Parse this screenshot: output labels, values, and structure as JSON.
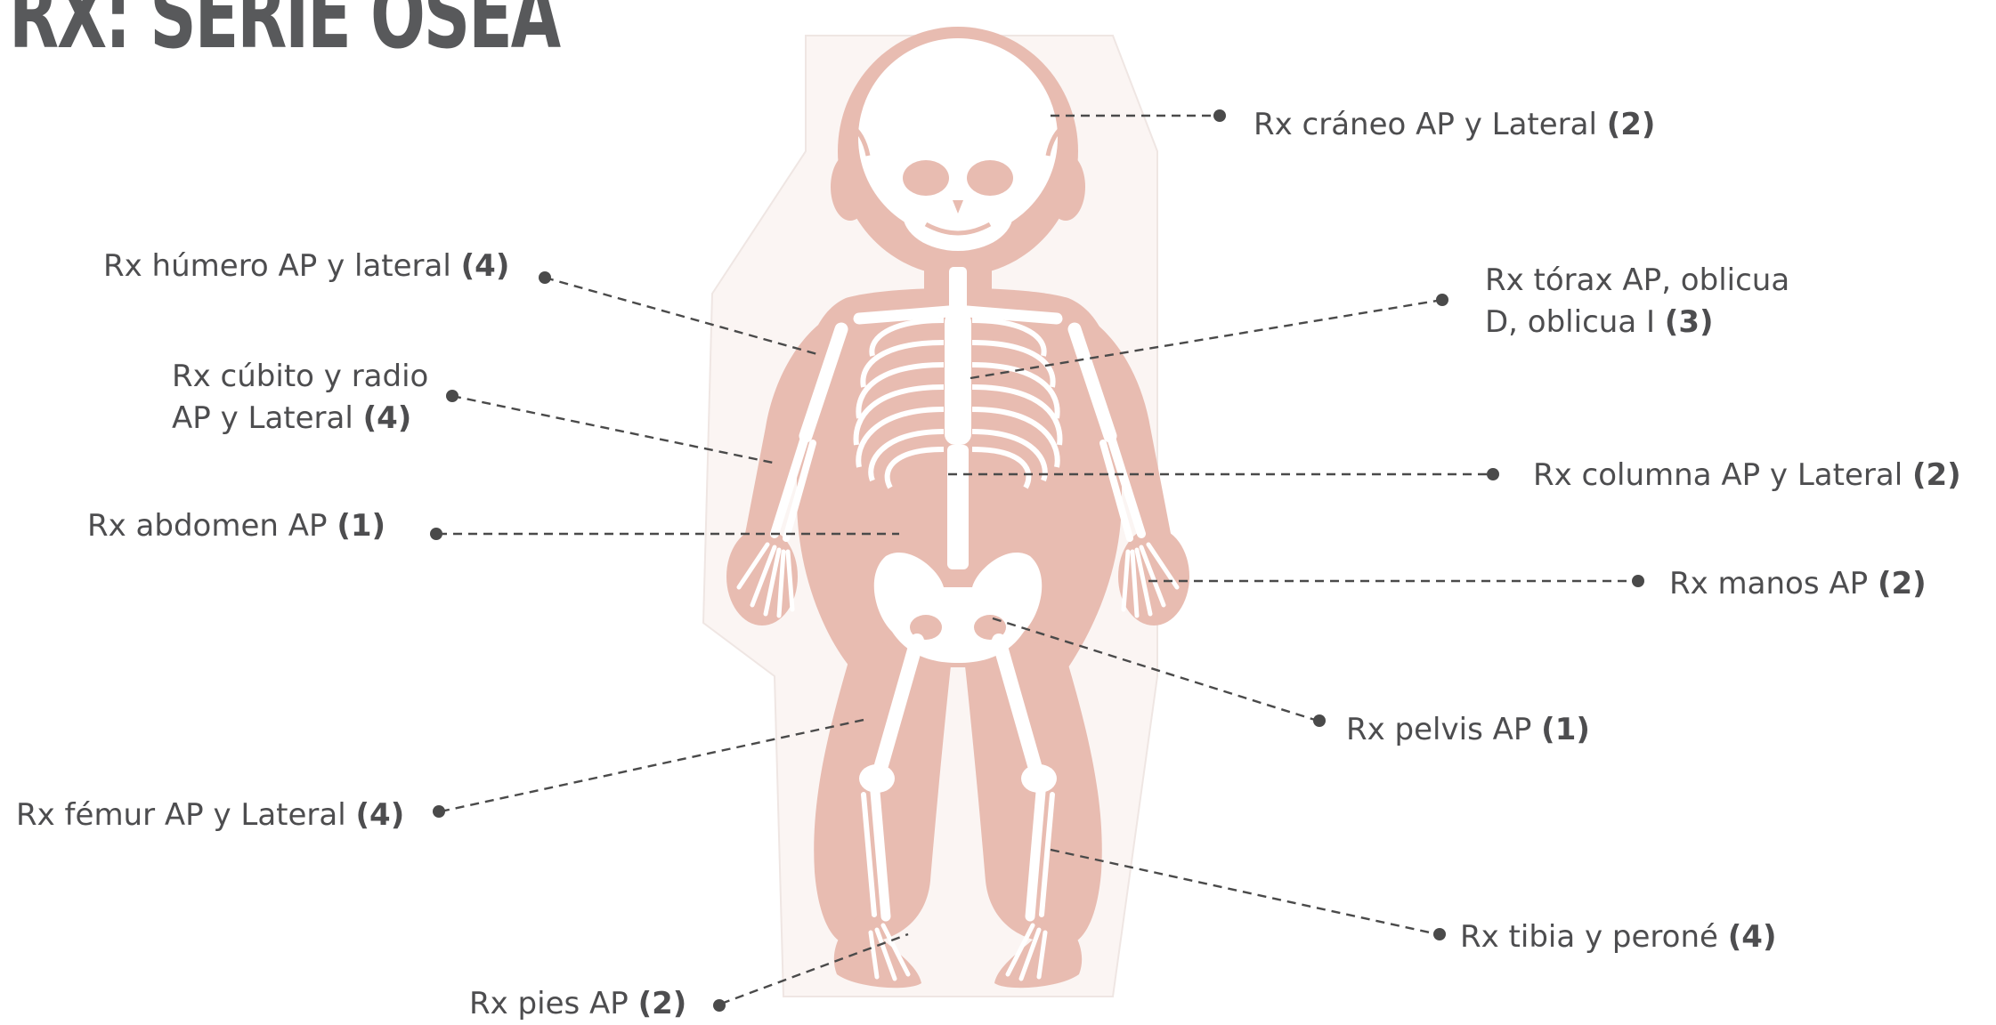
{
  "title": "RX: SERIE ÓSEA",
  "colors": {
    "body": "#e8bcb1",
    "bone": "#ffffff",
    "text": "#4d4d4f",
    "leader": "#4a4a4a"
  },
  "labels": {
    "craneo": {
      "text": "Rx cráneo AP y Lateral ",
      "count": "(2)"
    },
    "humero": {
      "text": "Rx húmero AP y lateral ",
      "count": "(4)"
    },
    "torax": {
      "line1": "Rx tórax AP, oblicua",
      "line2": "D, oblicua I ",
      "count": "(3)"
    },
    "cubito": {
      "line1": "Rx cúbito y radio",
      "line2": "AP y Lateral ",
      "count": "(4)"
    },
    "columna": {
      "text": "Rx columna AP y Lateral ",
      "count": "(2)"
    },
    "abdomen": {
      "text": "Rx abdomen AP ",
      "count": "(1)"
    },
    "manos": {
      "text": "Rx manos AP ",
      "count": "(2)"
    },
    "pelvis": {
      "text": "Rx pelvis AP ",
      "count": "(1)"
    },
    "femur": {
      "text": "Rx fémur AP y Lateral ",
      "count": "(4)"
    },
    "tibia": {
      "text": "Rx tibia y peroné ",
      "count": "(4)"
    },
    "pies": {
      "text": "Rx pies AP ",
      "count": "(2)"
    }
  }
}
